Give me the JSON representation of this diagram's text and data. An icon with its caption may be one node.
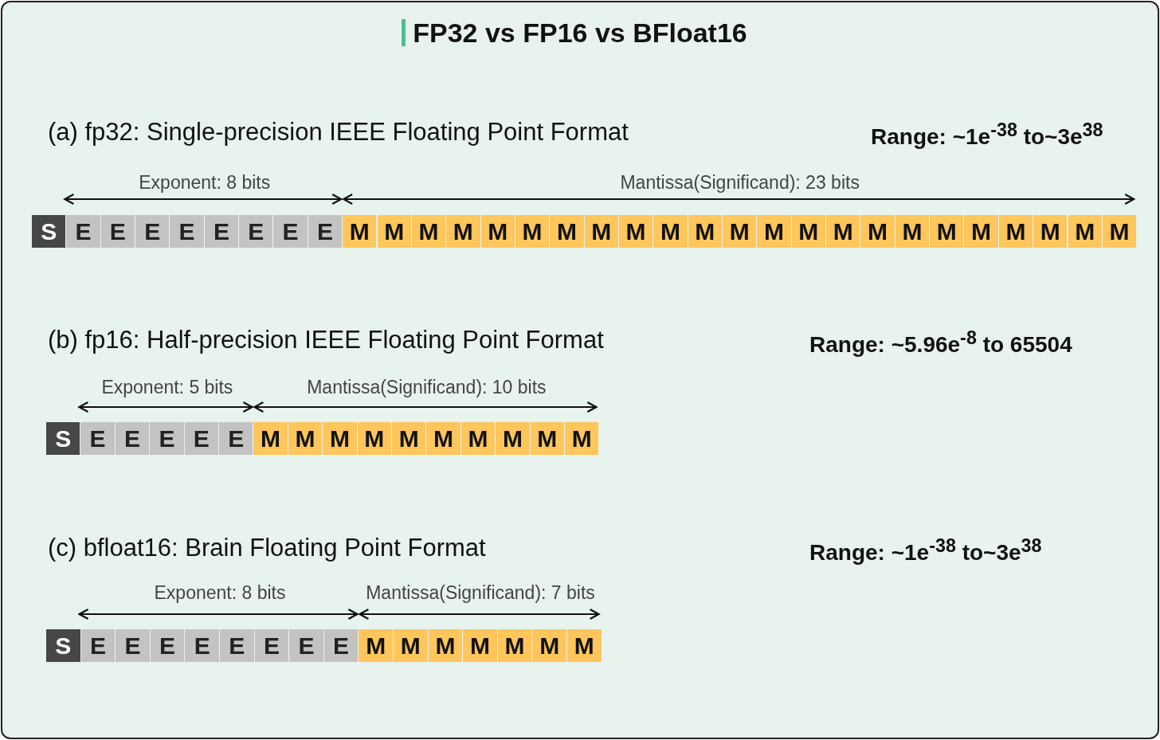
{
  "diagram": {
    "title": "FP32 vs FP16 vs BFloat16",
    "labels": [
      "(a) fp32: Single-precision IEEE Floating Point Format",
      "Range: ~1e$^{-38}$ to~3e$^{38}$",
      "Exponent: 8 bits",
      "Mantissa(Significand): 23 bits",
      "S",
      "E",
      "E",
      "E",
      "E",
      "E",
      "E",
      "E",
      "E",
      "M",
      "M",
      "M",
      "M",
      "M",
      "M",
      "M",
      "M",
      "M",
      "M",
      "M",
      "M",
      "M",
      "M",
      "M",
      "M",
      "M",
      "M",
      "M",
      "M",
      "M",
      "M",
      "M",
      "(b) fp16: Half-precision IEEE Floating Point Format",
      "Range: ~5.96e$^{-8}$ to 65504",
      "Exponent: 5 bits",
      "Mantissa(Significand): 10 bits",
      "S",
      "E",
      "E",
      "E",
      "E",
      "E",
      "M",
      "M",
      "M",
      "M",
      "M",
      "M",
      "M",
      "M",
      "M",
      "M",
      "(c) bfloat16: Brain Floating Point Format",
      "Range: ~1e$^{-38}$ to~3e$^{38}$",
      "Exponent: 8 bits",
      "Mantissa(Significand): 7 bits",
      "S",
      "E",
      "E",
      "E",
      "E",
      "E",
      "E",
      "E",
      "E",
      "M",
      "M",
      "M",
      "M",
      "M",
      "M",
      "M"
    ]
  }
}
